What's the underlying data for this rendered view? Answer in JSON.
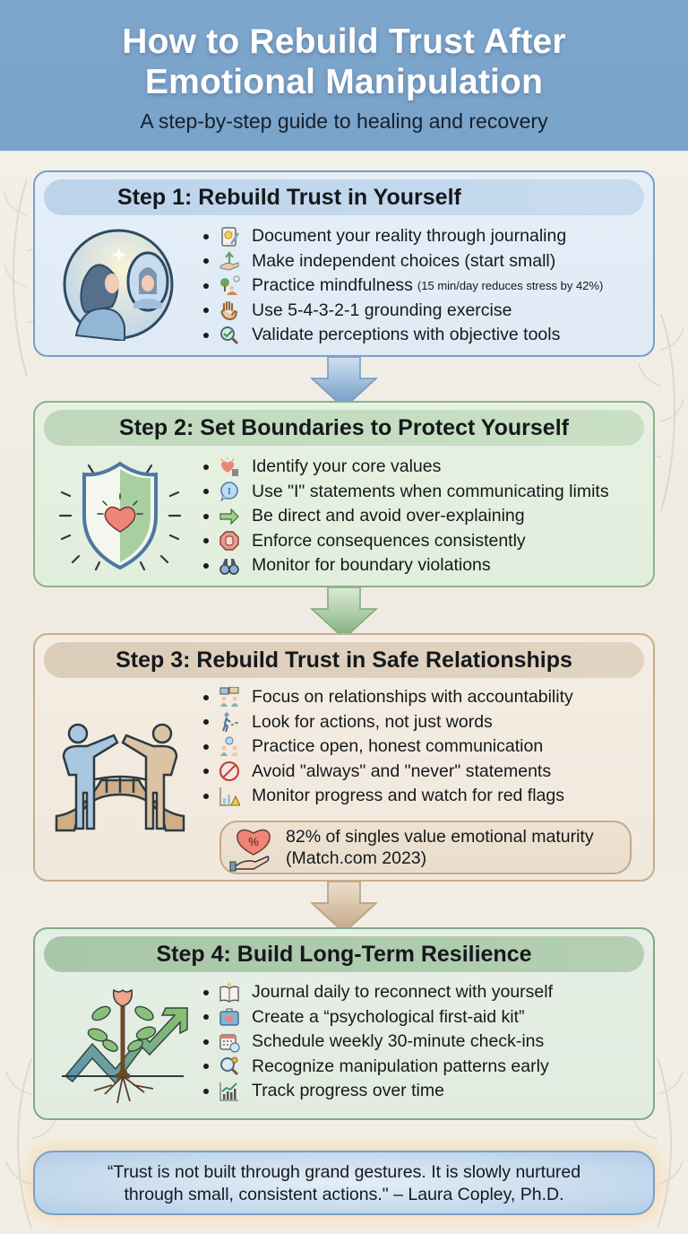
{
  "header": {
    "title_line1": "How to Rebuild Trust After",
    "title_line2": "Emotional Manipulation",
    "subtitle": "A step-by-step guide to healing and recovery"
  },
  "colors": {
    "header_bg": "#7ea6cc",
    "step1_accent": "#7aa0c8",
    "step2_accent": "#8bb38a",
    "step3_accent": "#c9ad8d",
    "step4_accent": "#84a987"
  },
  "steps": [
    {
      "title": "Step 1: Rebuild Trust in Yourself",
      "illustration": "woman-mirror-icon",
      "items": [
        {
          "icon": "journal-icon",
          "text": "Document your reality through journaling"
        },
        {
          "icon": "hand-growth-icon",
          "text": "Make independent choices (start small)"
        },
        {
          "icon": "meditation-icon",
          "text": "Practice mindfulness",
          "note": "(15 min/day reduces stress by 42%)"
        },
        {
          "icon": "hand-icon",
          "text": "Use 5-4-3-2-1 grounding exercise"
        },
        {
          "icon": "magnifier-check-icon",
          "text": "Validate perceptions with objective tools"
        }
      ]
    },
    {
      "title": "Step 2: Set Boundaries to Protect Yourself",
      "illustration": "shield-heart-icon",
      "items": [
        {
          "icon": "heart-tag-icon",
          "text": "Identify your core values"
        },
        {
          "icon": "speech-bubble-i-icon",
          "text": "Use \"I\" statements when communicating limits"
        },
        {
          "icon": "arrow-right-icon",
          "text": "Be direct and avoid over-explaining"
        },
        {
          "icon": "stop-hand-icon",
          "text": "Enforce consequences consistently"
        },
        {
          "icon": "binoculars-icon",
          "text": "Monitor for boundary violations"
        }
      ]
    },
    {
      "title": "Step 3: Rebuild Trust in Safe Relationships",
      "illustration": "people-bridge-icon",
      "items": [
        {
          "icon": "people-chat-icon",
          "text": "Focus on relationships with accountability"
        },
        {
          "icon": "walking-person-icon",
          "text": "Look for actions, not just words"
        },
        {
          "icon": "people-talk-icon",
          "text": "Practice open, honest communication"
        },
        {
          "icon": "no-sign-icon",
          "text": "Avoid \"always\" and \"never\" statements"
        },
        {
          "icon": "chart-warning-icon",
          "text": "Monitor progress and watch for red flags"
        }
      ],
      "stat": {
        "icon": "heart-percent-hand-icon",
        "line1": "82% of singles value emotional maturity",
        "line2": "(Match.com 2023)"
      }
    },
    {
      "title": "Step 4: Build Long-Term Resilience",
      "illustration": "tree-growth-arrow-icon",
      "items": [
        {
          "icon": "open-book-icon",
          "text": "Journal daily to reconnect with yourself"
        },
        {
          "icon": "first-aid-kit-icon",
          "text": "Create a “psychological first-aid kit”"
        },
        {
          "icon": "calendar-clock-icon",
          "text": "Schedule weekly 30-minute check-ins"
        },
        {
          "icon": "magnifier-gear-icon",
          "text": "Recognize manipulation patterns early"
        },
        {
          "icon": "bar-chart-icon",
          "text": "Track progress over time"
        }
      ]
    }
  ],
  "quote": {
    "line1": "“Trust is not built through grand gestures. It is slowly nurtured",
    "line2": "through small, consistent actions.\" – Laura Copley, Ph.D."
  }
}
